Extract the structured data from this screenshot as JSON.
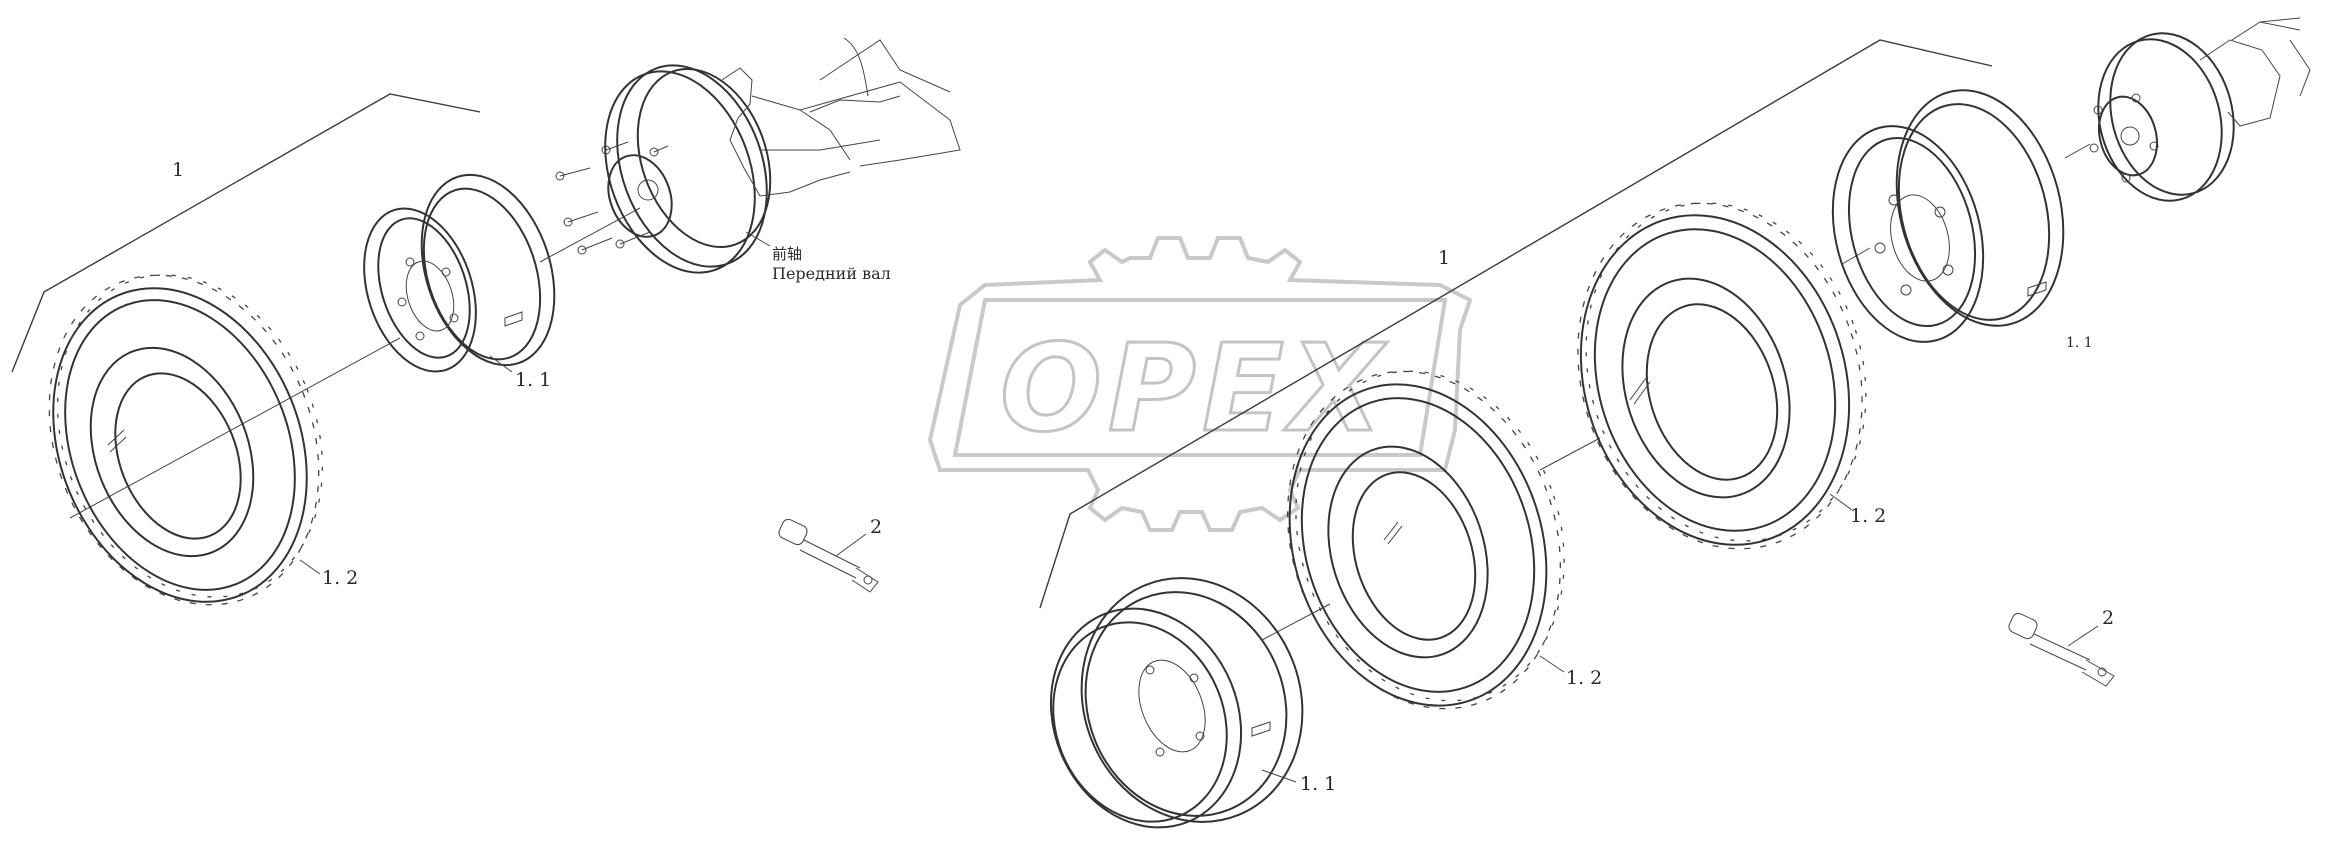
{
  "watermark": {
    "logo_text": "OPEX"
  },
  "left_group": {
    "callout_assembly": "1",
    "callout_rim": "1. 1",
    "callout_tire": "1. 2",
    "callout_valve": "2",
    "axle_label_cn": "前轴",
    "axle_label_ru": "Передний вал"
  },
  "right_group": {
    "callout_assembly": "1",
    "callout_rim_upper": "1. 1",
    "callout_tire_upper": "1. 2",
    "callout_tire_lower": "1. 2",
    "callout_rim_lower": "1. 1",
    "callout_valve": "2"
  }
}
